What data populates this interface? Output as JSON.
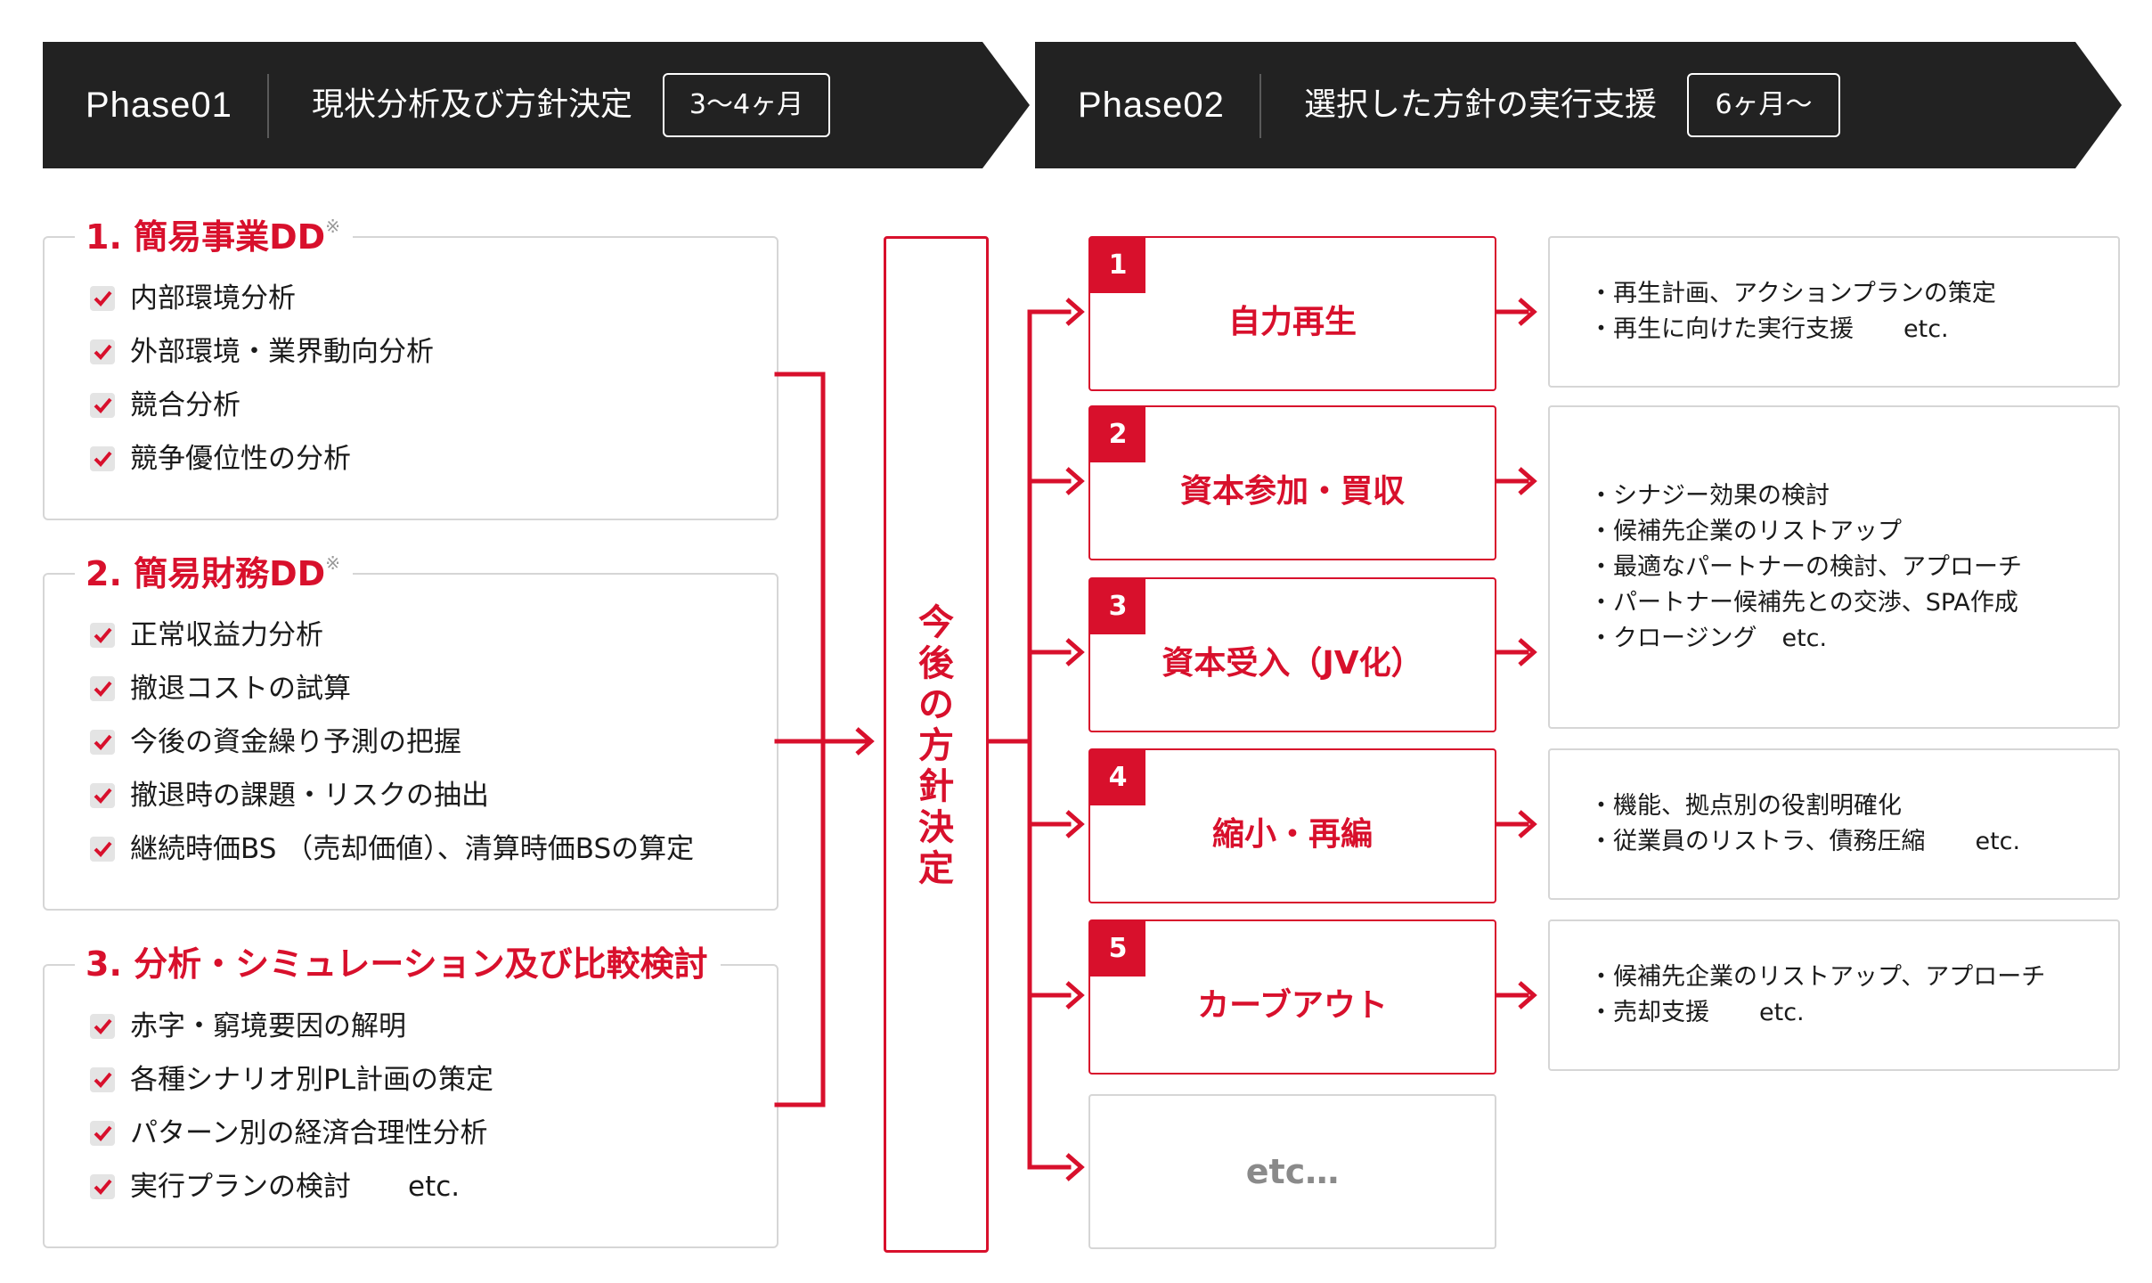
{
  "colors": {
    "accent": "#d8102c",
    "banner": "#222222",
    "border": "#d6d6d6",
    "muted": "#8a8a8a"
  },
  "phases": [
    {
      "name": "Phase01",
      "title": "現状分析及び方針決定",
      "duration": "3〜4ヶ月"
    },
    {
      "name": "Phase02",
      "title": "選択した方針の実行支援",
      "duration": "6ヶ月〜"
    }
  ],
  "sections": [
    {
      "number": "1.",
      "title": "簡易事業DD",
      "mark": "※",
      "items": [
        "内部環境分析",
        "外部環境・業界動向分析",
        "競合分析",
        "競争優位性の分析"
      ]
    },
    {
      "number": "2.",
      "title": "簡易財務DD",
      "mark": "※",
      "items": [
        "正常収益力分析",
        "撤退コストの試算",
        "今後の資金繰り予測の把握",
        "撤退時の課題・リスクの抽出",
        "継続時価BS （売却価値）、清算時価BSの算定"
      ]
    },
    {
      "number": "3.",
      "title": "分析・シミュレーション及び比較検討",
      "mark": "",
      "items": [
        "赤字・窮境要因の解明",
        "各種シナリオ別PL計画の策定",
        "パターン別の経済合理性分析",
        "実行プランの検討"
      ],
      "trailing": "etc."
    }
  ],
  "center": {
    "label": "今後の方針決定",
    "chars": [
      "今",
      "後",
      "の",
      "方",
      "針",
      "決",
      "定"
    ]
  },
  "options": [
    {
      "num": "1",
      "label": "自力再生"
    },
    {
      "num": "2",
      "label": "資本参加・買収"
    },
    {
      "num": "3",
      "label": "資本受入（JV化）"
    },
    {
      "num": "4",
      "label": "縮小・再編"
    },
    {
      "num": "5",
      "label": "カーブアウト"
    },
    {
      "num": "",
      "label": "etc…"
    }
  ],
  "details": [
    {
      "lines": [
        "・再生計画、アクションプランの策定",
        "・再生に向けた実行支援"
      ],
      "trailing": "etc."
    },
    {
      "lines": [
        "・シナジー効果の検討",
        "・候補先企業のリストアップ",
        "・最適なパートナーの検討、アプローチ",
        "・パートナー候補先との交渉、SPA作成",
        "・クロージング"
      ],
      "trailing": "etc."
    },
    {
      "lines": [
        "・機能、拠点別の役割明確化",
        "・従業員のリストラ、債務圧縮"
      ],
      "trailing": "etc."
    },
    {
      "lines": [
        "・候補先企業のリストアップ、アプローチ",
        "・売却支援"
      ],
      "trailing": "etc."
    }
  ]
}
